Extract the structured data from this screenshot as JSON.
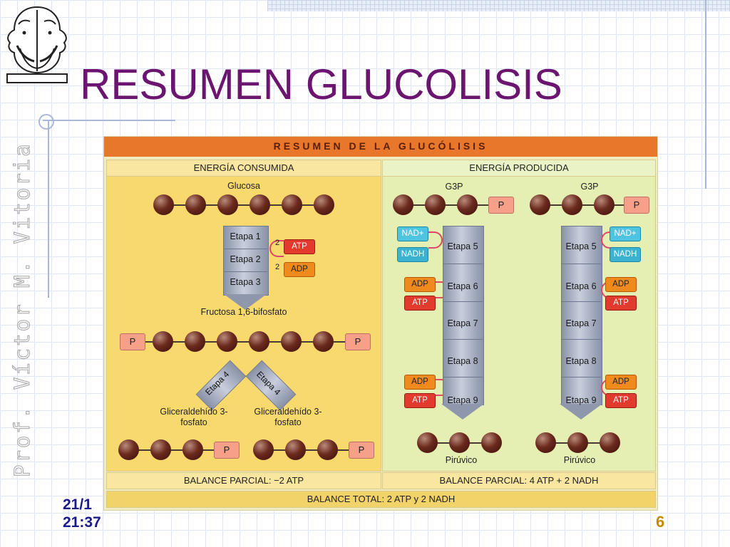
{
  "slide": {
    "title": "RESUMEN GLUCOLISIS",
    "author_vertical": "Prof. Víctor M. Vitoria",
    "footer_date_line1": "21/1",
    "footer_date_line2": "21:37",
    "page_number": "6"
  },
  "diagram": {
    "banner": "RESUMEN DE LA GLUCÓLISIS",
    "left_header": "ENERGÍA CONSUMIDA",
    "right_header": "ENERGÍA PRODUCIDA",
    "glucosa": "Glucosa",
    "etapas_left": [
      "Etapa 1",
      "Etapa 2",
      "Etapa 3"
    ],
    "atp": "ATP",
    "adp": "ADP",
    "two": "2",
    "fructosa": "Fructosa 1,6-bifosfato",
    "p": "P",
    "etapa4": "Etapa 4",
    "gliceraldehido": "Gliceraldehído 3-fosfato",
    "g3p": "G3P",
    "nad": "NAD+",
    "nadh": "NADH",
    "etapas_right": [
      "Etapa 5",
      "Etapa 6",
      "Etapa 7",
      "Etapa 8",
      "Etapa 9"
    ],
    "piruvico": "Pirúvico",
    "balance_parcial_left": "BALANCE PARCIAL: −2 ATP",
    "balance_parcial_right": "BALANCE PARCIAL: 4 ATP + 2 NADH",
    "balance_total": "BALANCE TOTAL: 2 ATP y 2 NADH"
  },
  "colors": {
    "title": "#6b1470",
    "banner": "#e8762b",
    "footer_date": "#1a1a8c",
    "footer_page": "#c68a00"
  }
}
